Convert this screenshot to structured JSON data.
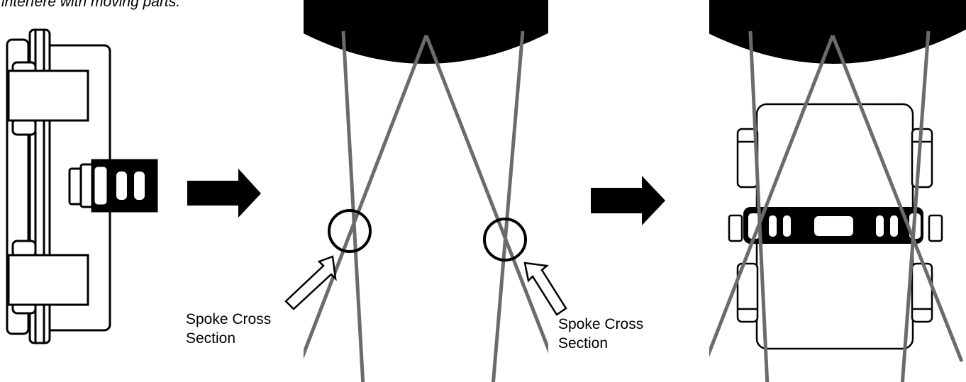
{
  "caption": "interfere with moving parts.",
  "labels": {
    "left": [
      "Spoke Cross",
      "Section"
    ],
    "right": [
      "Spoke Cross",
      "Section"
    ]
  },
  "colors": {
    "ink": "#000000",
    "spoke": "#6b6b6b",
    "background": "#ffffff"
  },
  "icons": [
    "arrow-right-icon",
    "arrow-right-icon",
    "outline-arrow-icon",
    "outline-arrow-icon"
  ]
}
